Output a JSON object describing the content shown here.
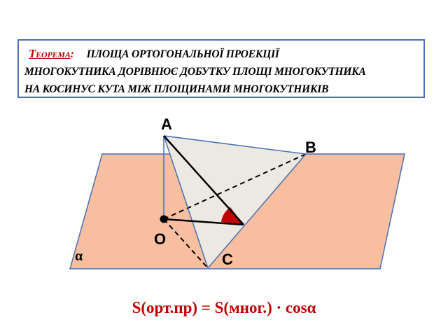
{
  "theorem": {
    "title": "Теорема",
    "colon": ":",
    "lines": [
      "Площа ортогональної проекції",
      "многокутника дорівнює добутку площі многокутника",
      "на косинус кута між площинами многокутників"
    ]
  },
  "diagram": {
    "points": {
      "A": "A",
      "B": "B",
      "C": "C",
      "O": "O"
    },
    "plane_label": "α",
    "colors": {
      "plane_fill": "#f7bfa0",
      "plane_stroke": "#4a6fb5",
      "triangle_fill": "#ece9e2",
      "edge_stroke": "#4a6fb5",
      "angle_fill": "#c00000"
    }
  },
  "formula": "S(орт.пр) = S(мног.) · cosα"
}
